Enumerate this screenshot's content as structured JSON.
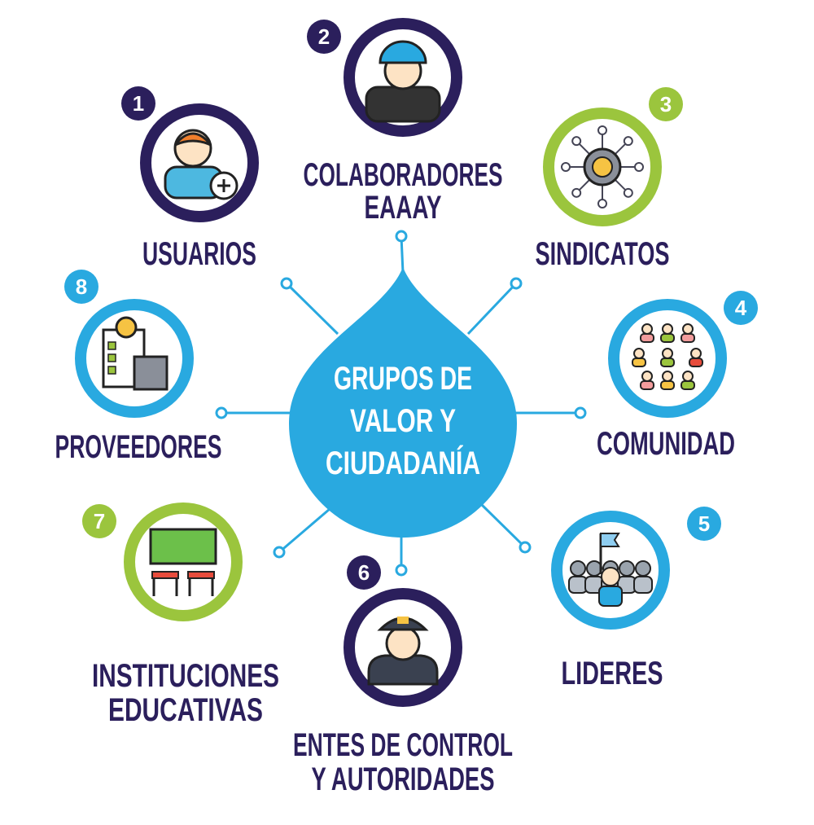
{
  "colors": {
    "navy": "#2b1f5c",
    "blue": "#29a9e0",
    "green": "#9bc53d"
  },
  "center": {
    "lines": [
      "GRUPOS DE",
      "VALOR Y",
      "CIUDADANÍA"
    ]
  },
  "groups": [
    {
      "number": "1",
      "lines": [
        "USUARIOS"
      ],
      "icon": "user-add-icon"
    },
    {
      "number": "2",
      "lines": [
        "COLABORADORES",
        "EAAAY"
      ],
      "icon": "worker-helmet-icon"
    },
    {
      "number": "3",
      "lines": [
        "SINDICATOS"
      ],
      "icon": "network-gear-icon"
    },
    {
      "number": "4",
      "lines": [
        "COMUNIDAD"
      ],
      "icon": "community-network-icon"
    },
    {
      "number": "5",
      "lines": [
        "LIDERES"
      ],
      "icon": "leader-crowd-icon"
    },
    {
      "number": "6",
      "lines": [
        "ENTES DE CONTROL",
        "Y AUTORIDADES"
      ],
      "icon": "police-officer-icon"
    },
    {
      "number": "7",
      "lines": [
        "INSTITUCIONES",
        "EDUCATIVAS"
      ],
      "icon": "classroom-icon"
    },
    {
      "number": "8",
      "lines": [
        "PROVEEDORES"
      ],
      "icon": "supplier-checklist-icon"
    }
  ]
}
